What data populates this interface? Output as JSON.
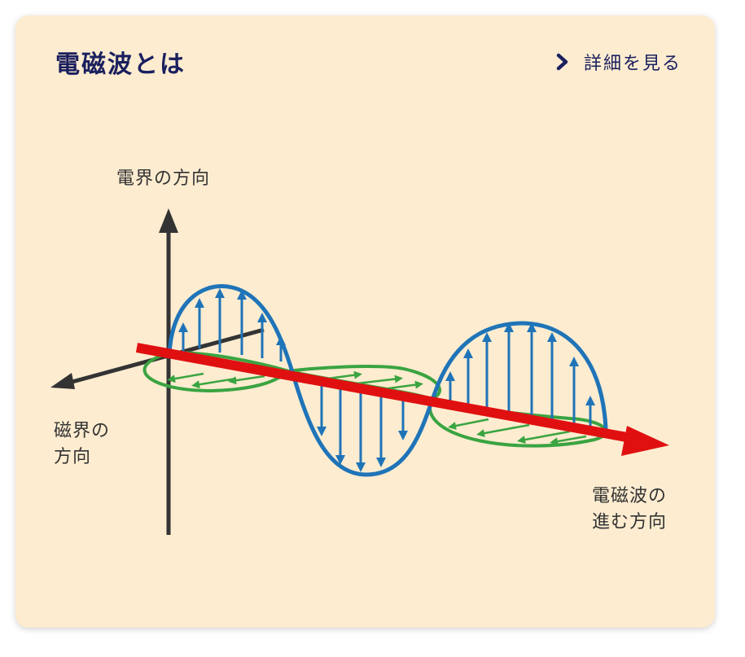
{
  "header": {
    "title": "電磁波とは",
    "detail_link": "詳細を見る",
    "detail_icon": "chevron-right-icon"
  },
  "diagram": {
    "label_electric_field": "電界の方向",
    "label_magnetic_field_line1": "磁界の",
    "label_magnetic_field_line2": "方向",
    "label_propagation_line1": "電磁波の",
    "label_propagation_line2": "進む方向"
  },
  "colors": {
    "background": "#fdecd0",
    "title": "#1a1f5e",
    "electric_wave": "#1f74b8",
    "magnetic_wave": "#3aa441",
    "propagation_arrow": "#e01010",
    "axes": "#333333"
  }
}
